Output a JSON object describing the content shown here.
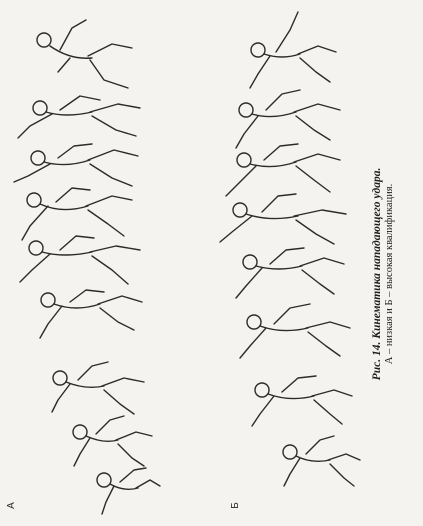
{
  "figure": {
    "caption_title": "Рис. 14. Кинематика нападающего удара.",
    "caption_subtitle": "А – низкая и Б – высокая квалификация.",
    "panel_labels": [
      "А",
      "Б"
    ]
  },
  "ink_color": "#2b2b2b",
  "background_color": "#f5f3ef"
}
